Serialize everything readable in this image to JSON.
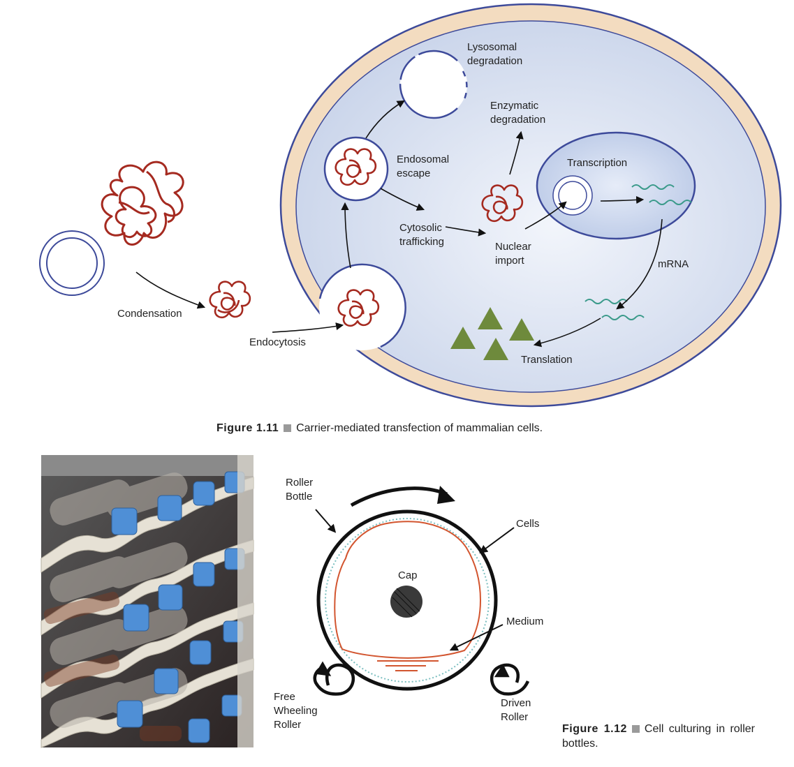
{
  "figure_1_11": {
    "labels": {
      "lysosomal_degradation": "Lysosomal\ndegradation",
      "enzymatic_degradation": "Enzymatic\ndegradation",
      "endosomal_escape": "Endosomal\nescape",
      "transcription": "Transcription",
      "cytosolic_trafficking": "Cytosolic\ntrafficking",
      "nuclear_import": "Nuclear\nimport",
      "mrna": "mRNA",
      "condensation": "Condensation",
      "endocytosis": "Endocytosis",
      "translation": "Translation"
    },
    "caption": {
      "number": "Figure 1.11",
      "text": "Carrier-mediated transfection of mammalian cells."
    },
    "colors": {
      "membrane": "#3d4a9a",
      "cytoplasm": "#d9e2f2",
      "membrane_band": "#f3dcc0",
      "dna": "#a52a20",
      "mrna": "#3a9a8a",
      "protein": "#6e8a3c"
    }
  },
  "figure_1_12": {
    "labels": {
      "roller_bottle": "Roller\nBottle",
      "cells": "Cells",
      "cap": "Cap",
      "medium": "Medium",
      "free_wheeling_roller": "Free\nWheeling\nRoller",
      "driven_roller": "Driven\nRoller"
    },
    "caption": {
      "number": "Figure 1.12",
      "text": "Cell culturing in roller bottles."
    },
    "colors": {
      "medium": "#d2552f",
      "cells": "#7bbfc0",
      "bottle_cap": "#4f8fd6"
    }
  }
}
